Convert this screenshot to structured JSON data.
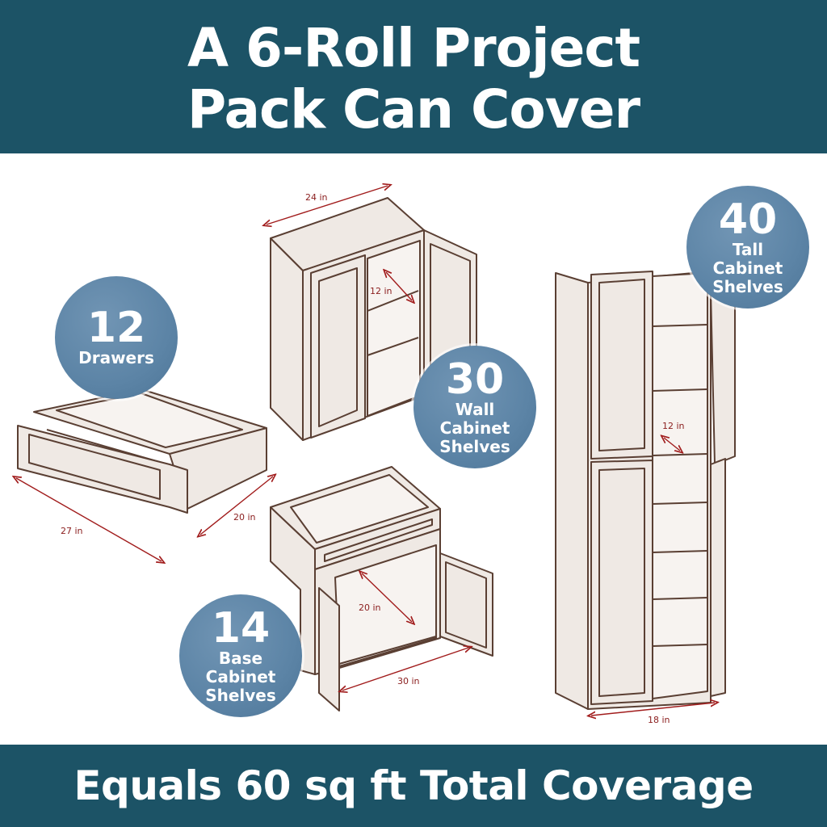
{
  "header": {
    "line1": "A 6-Roll Project",
    "line2": "Pack Can Cover"
  },
  "footer": {
    "text": "Equals 60 sq ft Total Coverage"
  },
  "badges": {
    "drawers": {
      "number": "12",
      "label": "Drawers"
    },
    "wall": {
      "number": "30",
      "label1": "Wall",
      "label2": "Cabinet",
      "label3": "Shelves"
    },
    "base": {
      "number": "14",
      "label1": "Base",
      "label2": "Cabinet",
      "label3": "Shelves"
    },
    "tall": {
      "number": "40",
      "label1": "Tall",
      "label2": "Cabinet",
      "label3": "Shelves"
    }
  },
  "dimensions": {
    "wall_width": "24 in",
    "wall_depth": "12 in",
    "drawer_width": "27 in",
    "drawer_depth": "20 in",
    "base_depth": "20 in",
    "base_width": "30 in",
    "tall_depth": "12 in",
    "tall_width": "18 in"
  },
  "colors": {
    "banner": "#1c5366",
    "badge": "#5c84a6",
    "cabinet_fill": "#efe9e4",
    "cabinet_outline": "#5a3f33",
    "dimension": "#a11c1c"
  }
}
